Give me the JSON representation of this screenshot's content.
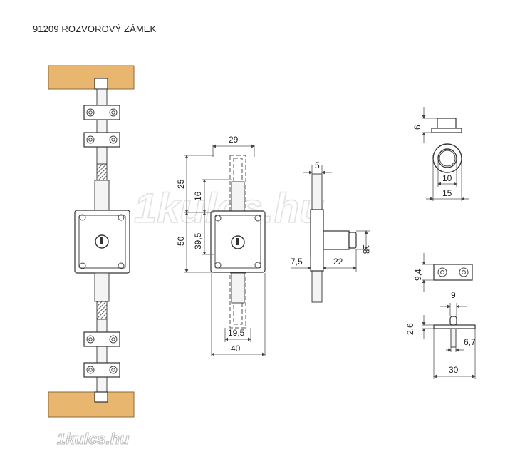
{
  "title": "91209 ROZVOROVÝ ZÁMEK",
  "watermark": "1kulcs.hu",
  "dimensions": {
    "front_width_top": "29",
    "front_h25": "25",
    "front_h16": "16",
    "front_h50": "50",
    "front_h39_5": "39,5",
    "front_w19_5": "19,5",
    "front_w40": "40",
    "side_w5": "5",
    "side_h18": "18",
    "side_w7_5": "7,5",
    "side_w22": "22",
    "cap_h6": "6",
    "cap_d10": "10",
    "cap_d15": "15",
    "guide_h9_4": "9,4",
    "guide_w9": "9",
    "guide_h2_6": "2,6",
    "guide_w6_7": "6,7",
    "guide_w30": "30"
  }
}
